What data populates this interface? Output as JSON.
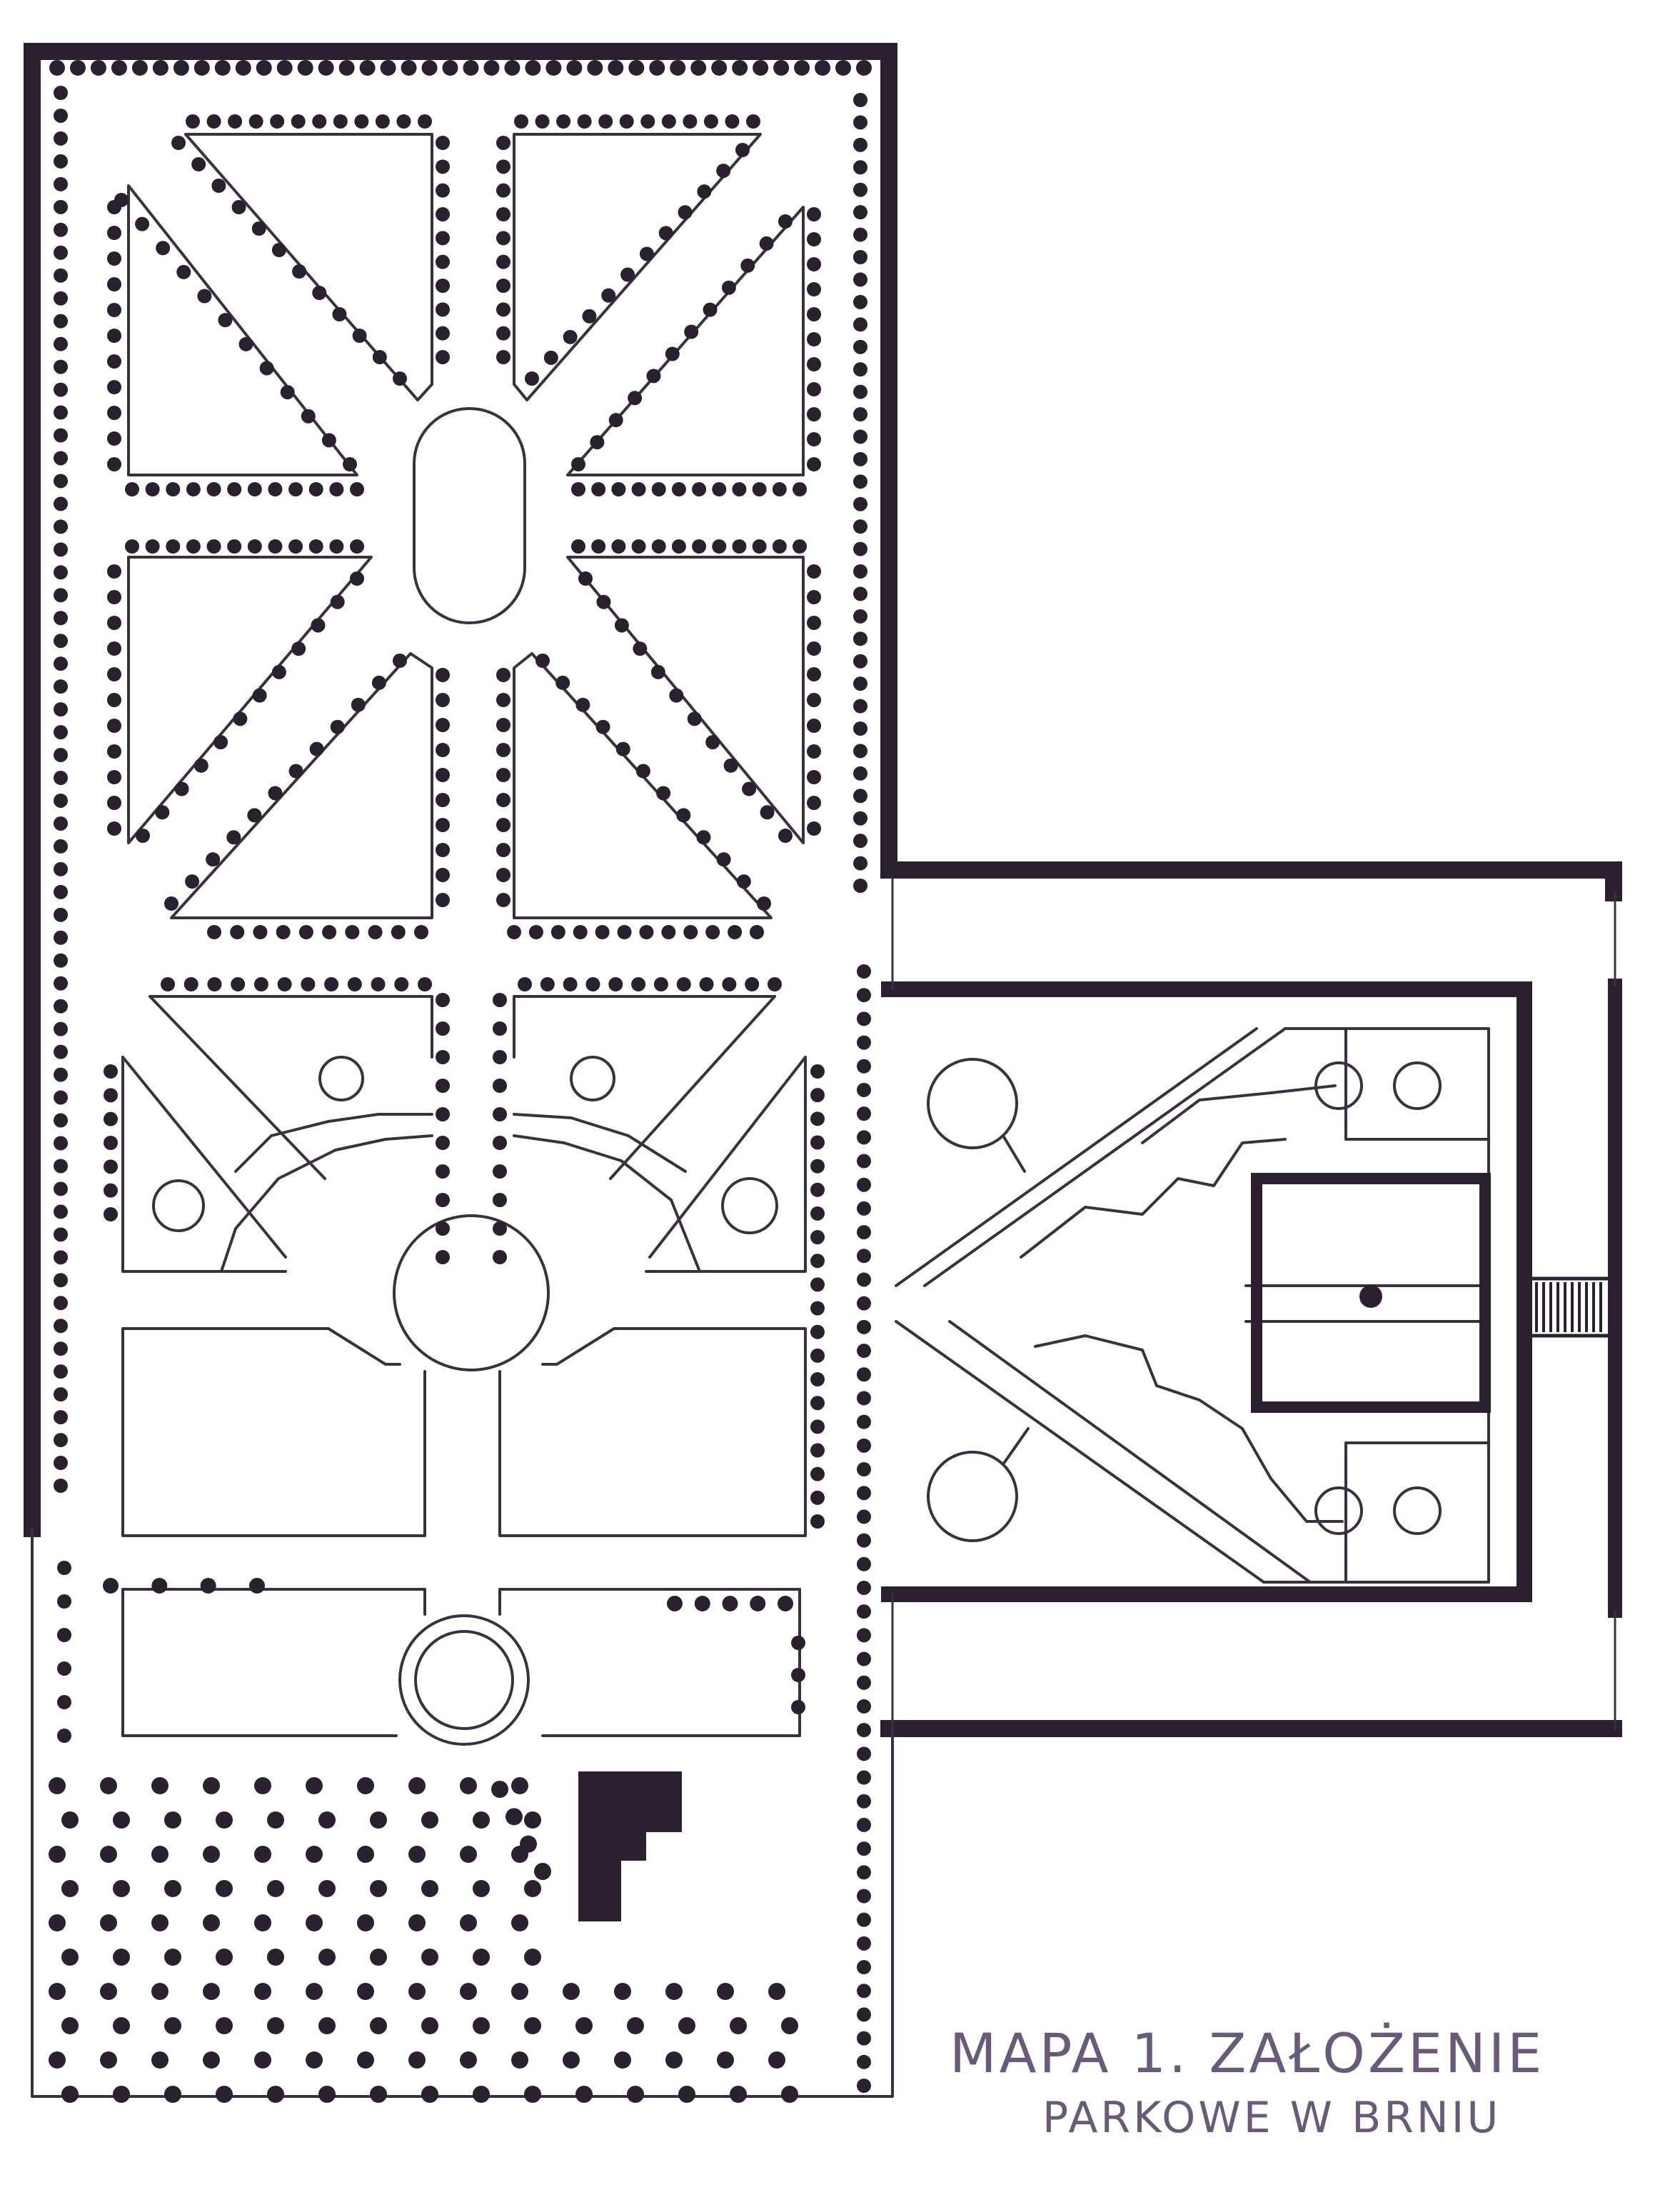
{
  "map": {
    "caption_line1": "MAPA 1. ZAŁOŻENIE",
    "caption_line2": "PARKOWE W BRNIU",
    "colors": {
      "ink": "#2a2030",
      "ink_light": "#3a3040",
      "caption": "#6a5a7a",
      "paper": "#ffffff"
    },
    "features": [
      "outer-boundary",
      "upper-parterre",
      "central-oval",
      "middle-parterre",
      "central-round-plaza",
      "lower-round-plaza",
      "forest-grove",
      "building",
      "east-garden",
      "east-pavilion",
      "gate-stair"
    ]
  }
}
